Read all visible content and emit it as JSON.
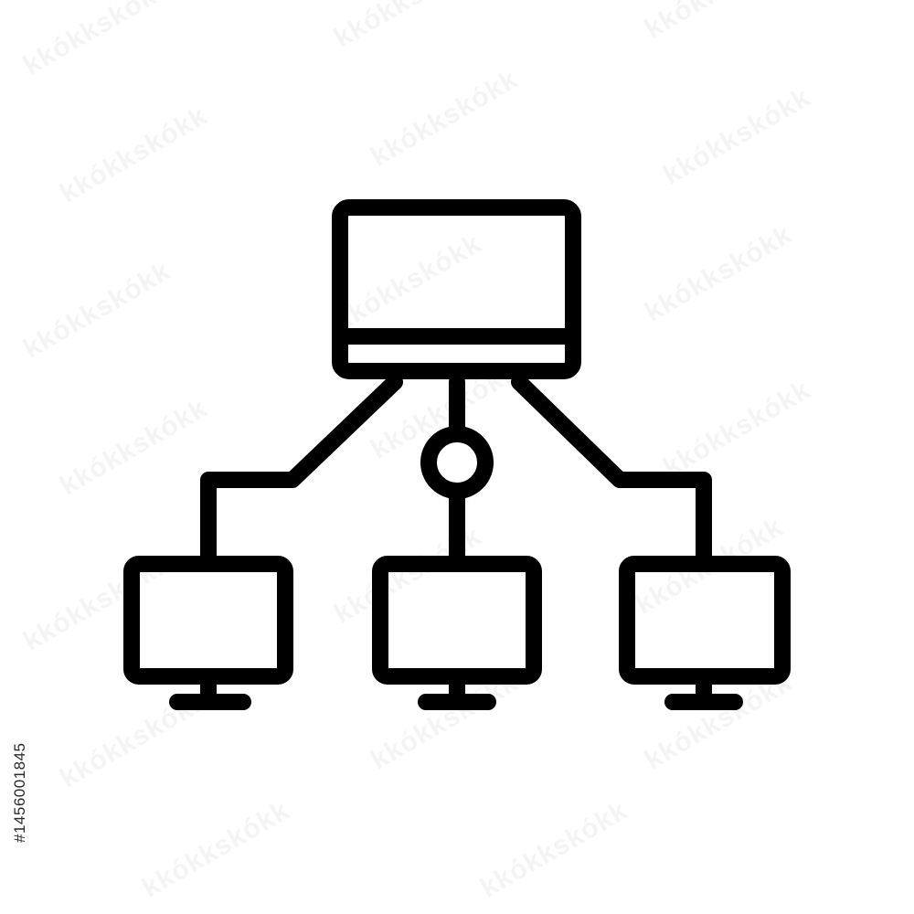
{
  "image": {
    "description_role": "network-topology-icon",
    "stroke_color": "#000000",
    "background_color": "#ffffff",
    "asset_id": "#1456001845"
  },
  "icon": {
    "name": "network-topology-icon",
    "nodes": [
      {
        "name": "server-monitor",
        "role": "hub"
      },
      {
        "name": "client-monitor-left",
        "role": "client"
      },
      {
        "name": "client-monitor-center",
        "role": "client"
      },
      {
        "name": "client-monitor-right",
        "role": "client"
      }
    ],
    "connector": "network-hub-circle"
  },
  "watermark": {
    "text": "kkókkskókk",
    "color": "#000000"
  }
}
